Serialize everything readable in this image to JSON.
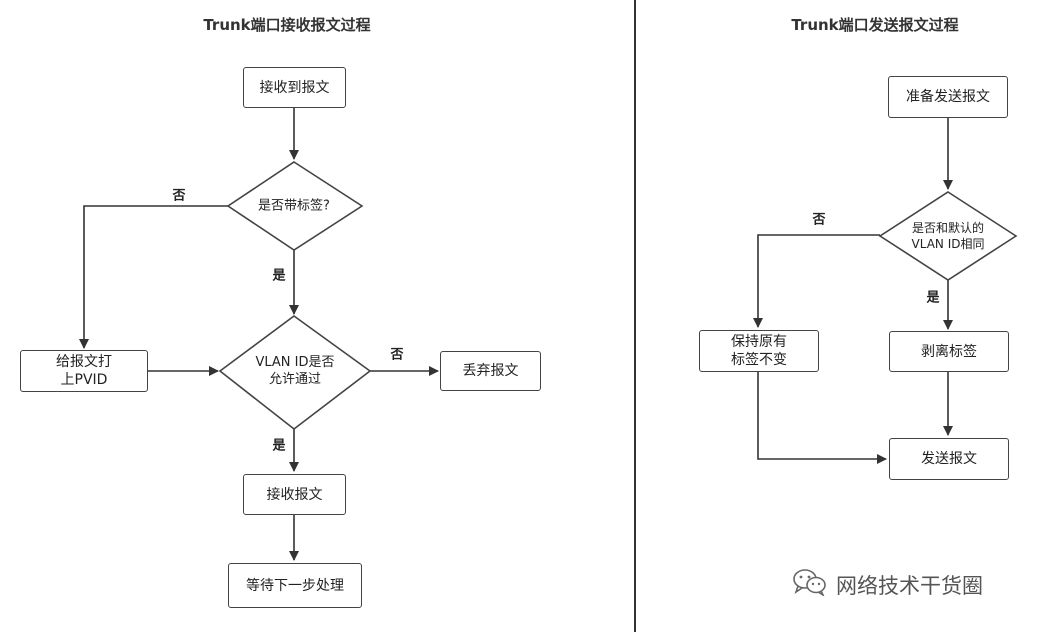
{
  "left": {
    "title": "Trunk端口接收报文过程",
    "receive_packet": "接收到报文",
    "tagged_question": "是否带标签?",
    "tag_pvid": "给报文打\n上PVID",
    "vlan_allowed_question": "VLAN ID是否\n允许通过",
    "discard_packet": "丢弃报文",
    "accept_packet": "接收报文",
    "wait_processing": "等待下一步处理",
    "label_no_tagged": "否",
    "label_yes_tagged": "是",
    "label_no_allowed": "否",
    "label_yes_allowed": "是"
  },
  "right": {
    "title": "Trunk端口发送报文过程",
    "prepare_send": "准备发送报文",
    "same_default_question": "是否和默认的\nVLAN ID相同",
    "keep_tag": "保持原有\n标签不变",
    "strip_tag": "剥离标签",
    "send_packet": "发送报文",
    "label_no": "否",
    "label_yes": "是"
  },
  "watermark": {
    "text": "网络技术干货圈",
    "icon": "wechat-icon"
  }
}
